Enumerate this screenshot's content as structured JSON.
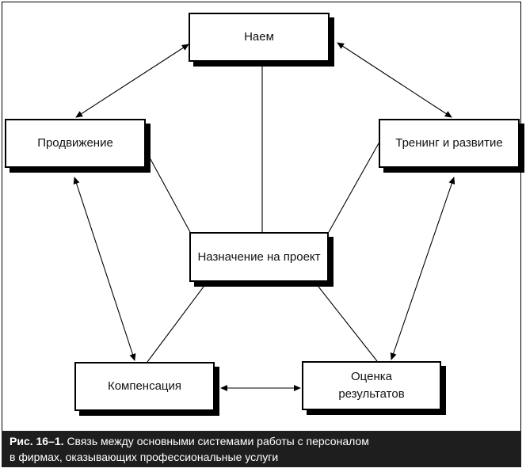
{
  "diagram": {
    "nodes": {
      "hire": "Наем",
      "promotion": "Продвижение",
      "training": "Тренинг и развитие",
      "assignment": "Назначение на проект",
      "compensation": "Компенсация",
      "evaluation_line1": "Оценка",
      "evaluation_line2": "результатов"
    },
    "colors": {
      "stroke": "#000000",
      "caption_bg": "#1e1e1e",
      "caption_text": "#ffffff"
    }
  },
  "caption": {
    "label": "Рис. 16–1.",
    "line1": "Связь между основными системами работы с персоналом",
    "line2": "в фирмах, оказывающих профессиональные услуги"
  }
}
